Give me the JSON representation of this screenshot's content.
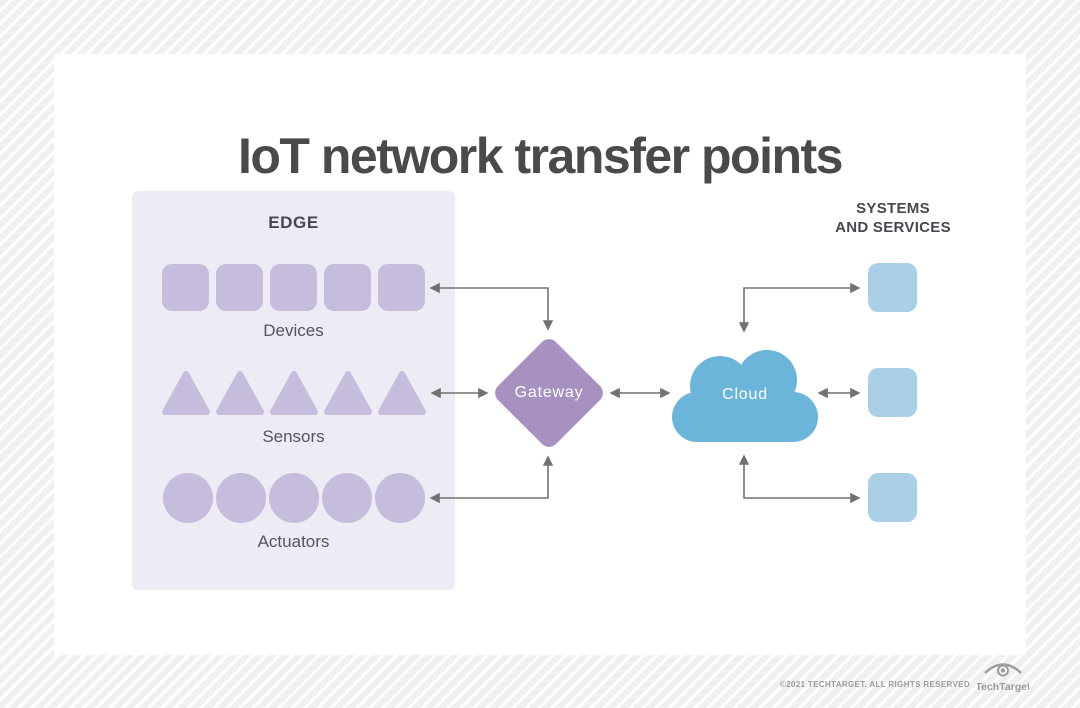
{
  "title": "IoT network transfer points",
  "edge": {
    "heading": "EDGE",
    "groups": [
      {
        "label": "Devices",
        "shape": "rounded-square",
        "count": 5
      },
      {
        "label": "Sensors",
        "shape": "triangle",
        "count": 5
      },
      {
        "label": "Actuators",
        "shape": "circle",
        "count": 5
      }
    ]
  },
  "nodes": {
    "gateway": "Gateway",
    "cloud": "Cloud"
  },
  "systems": {
    "heading": [
      "SYSTEMS",
      "AND SERVICES"
    ],
    "count": 3
  },
  "footer": {
    "copyright": "©2021 TECHTARGET. ALL RIGHTS RESERVED",
    "brand": "TechTarget"
  },
  "colors": {
    "title_text": "#4a4a4d",
    "heading_text": "#47474f",
    "label_text": "#54545c",
    "edge_panel_bg": "#edebf3",
    "purple_shape": "#c6bcdc",
    "gateway": "#a691c1",
    "cloud": "#6cb5da",
    "systems_square": "#a9d0e6",
    "arrow": "#717171",
    "footer_text": "#9c9c9c"
  }
}
